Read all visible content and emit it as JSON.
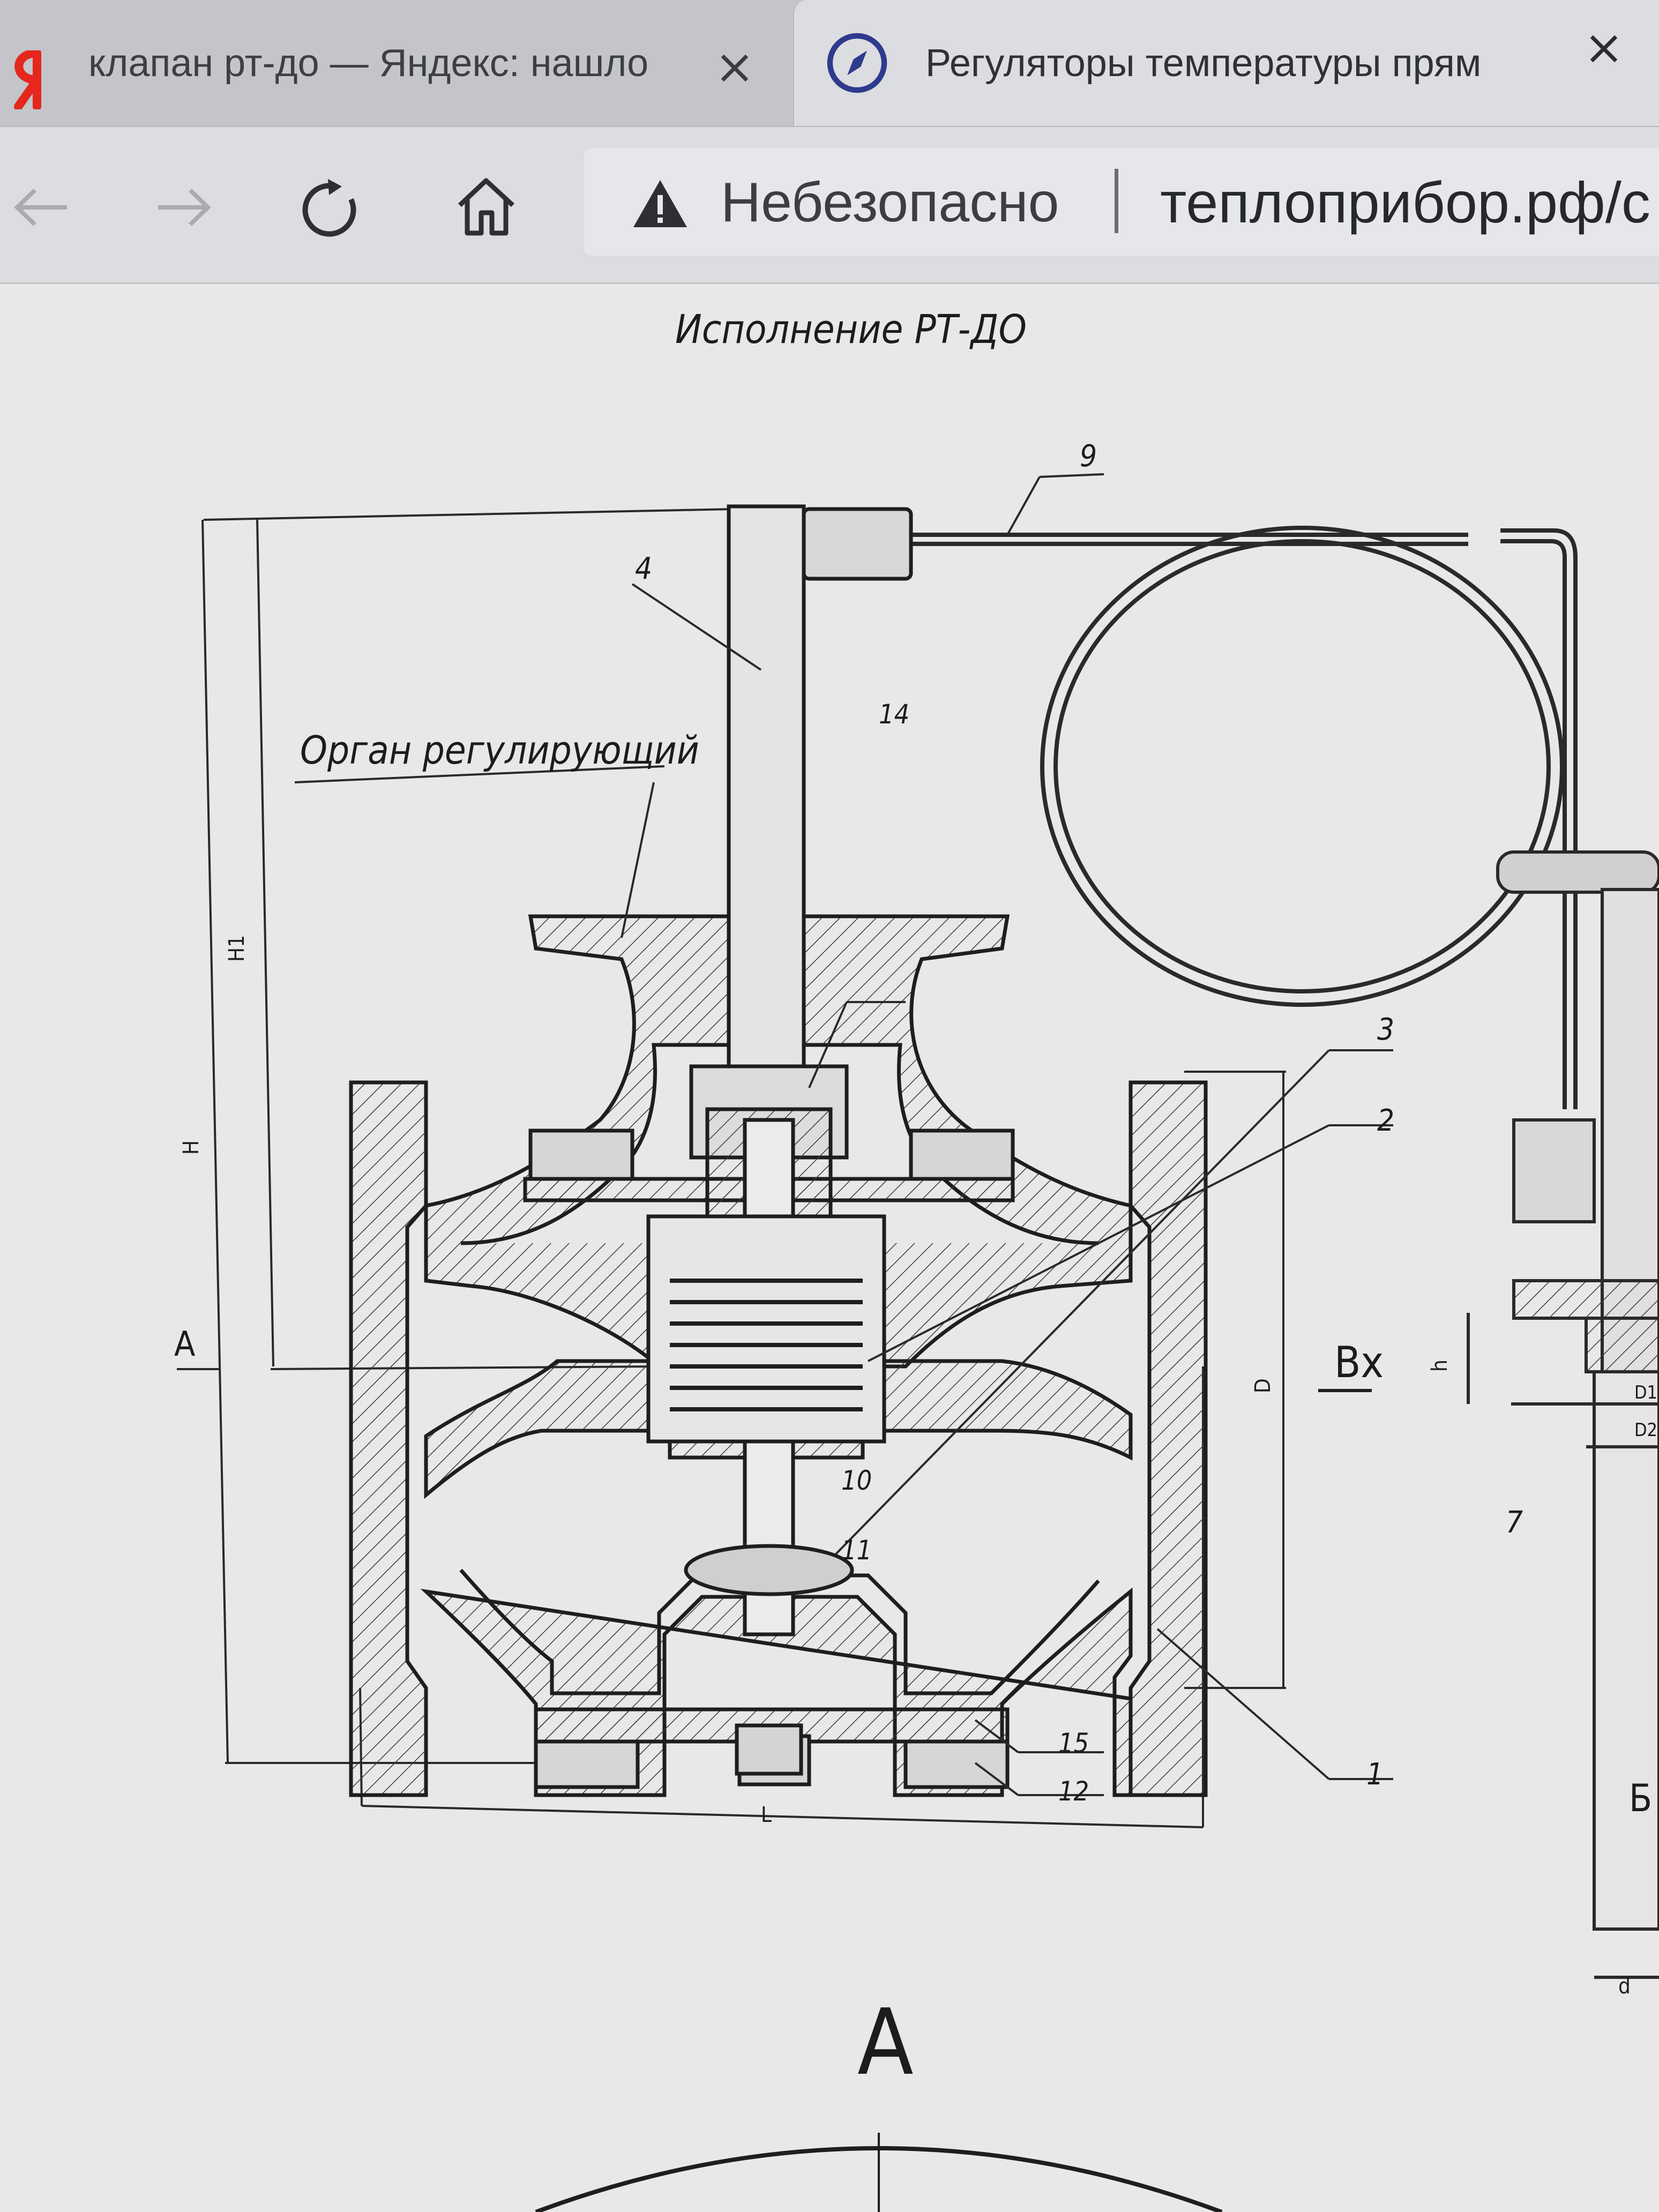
{
  "tabs": [
    {
      "title": "клапан рт-до — Яндекс: нашло",
      "icon": "yandex-icon",
      "active": false
    },
    {
      "title": "Регуляторы температуры прям",
      "icon": "compass-icon",
      "active": true
    }
  ],
  "toolbar": {
    "security_label": "Небезопасно",
    "url": "теплоприбор.рф/с"
  },
  "drawing": {
    "title": "Исполнение РТ-ДО",
    "organ_label": "Орган регулирующий",
    "inlet_label": "Вх",
    "view_label": "А",
    "section_label": "А",
    "side_label": "Б",
    "callouts": {
      "c1": "1",
      "c2": "2",
      "c3": "3",
      "c4": "4",
      "c7": "7",
      "c9": "9",
      "c10": "10",
      "c11": "11",
      "c12": "12",
      "c14": "14",
      "c15": "15"
    },
    "dims": {
      "H": "H",
      "H1": "H1",
      "L": "L",
      "D": "D",
      "h": "h",
      "D1": "D1",
      "D2": "D2",
      "d": "d"
    }
  }
}
